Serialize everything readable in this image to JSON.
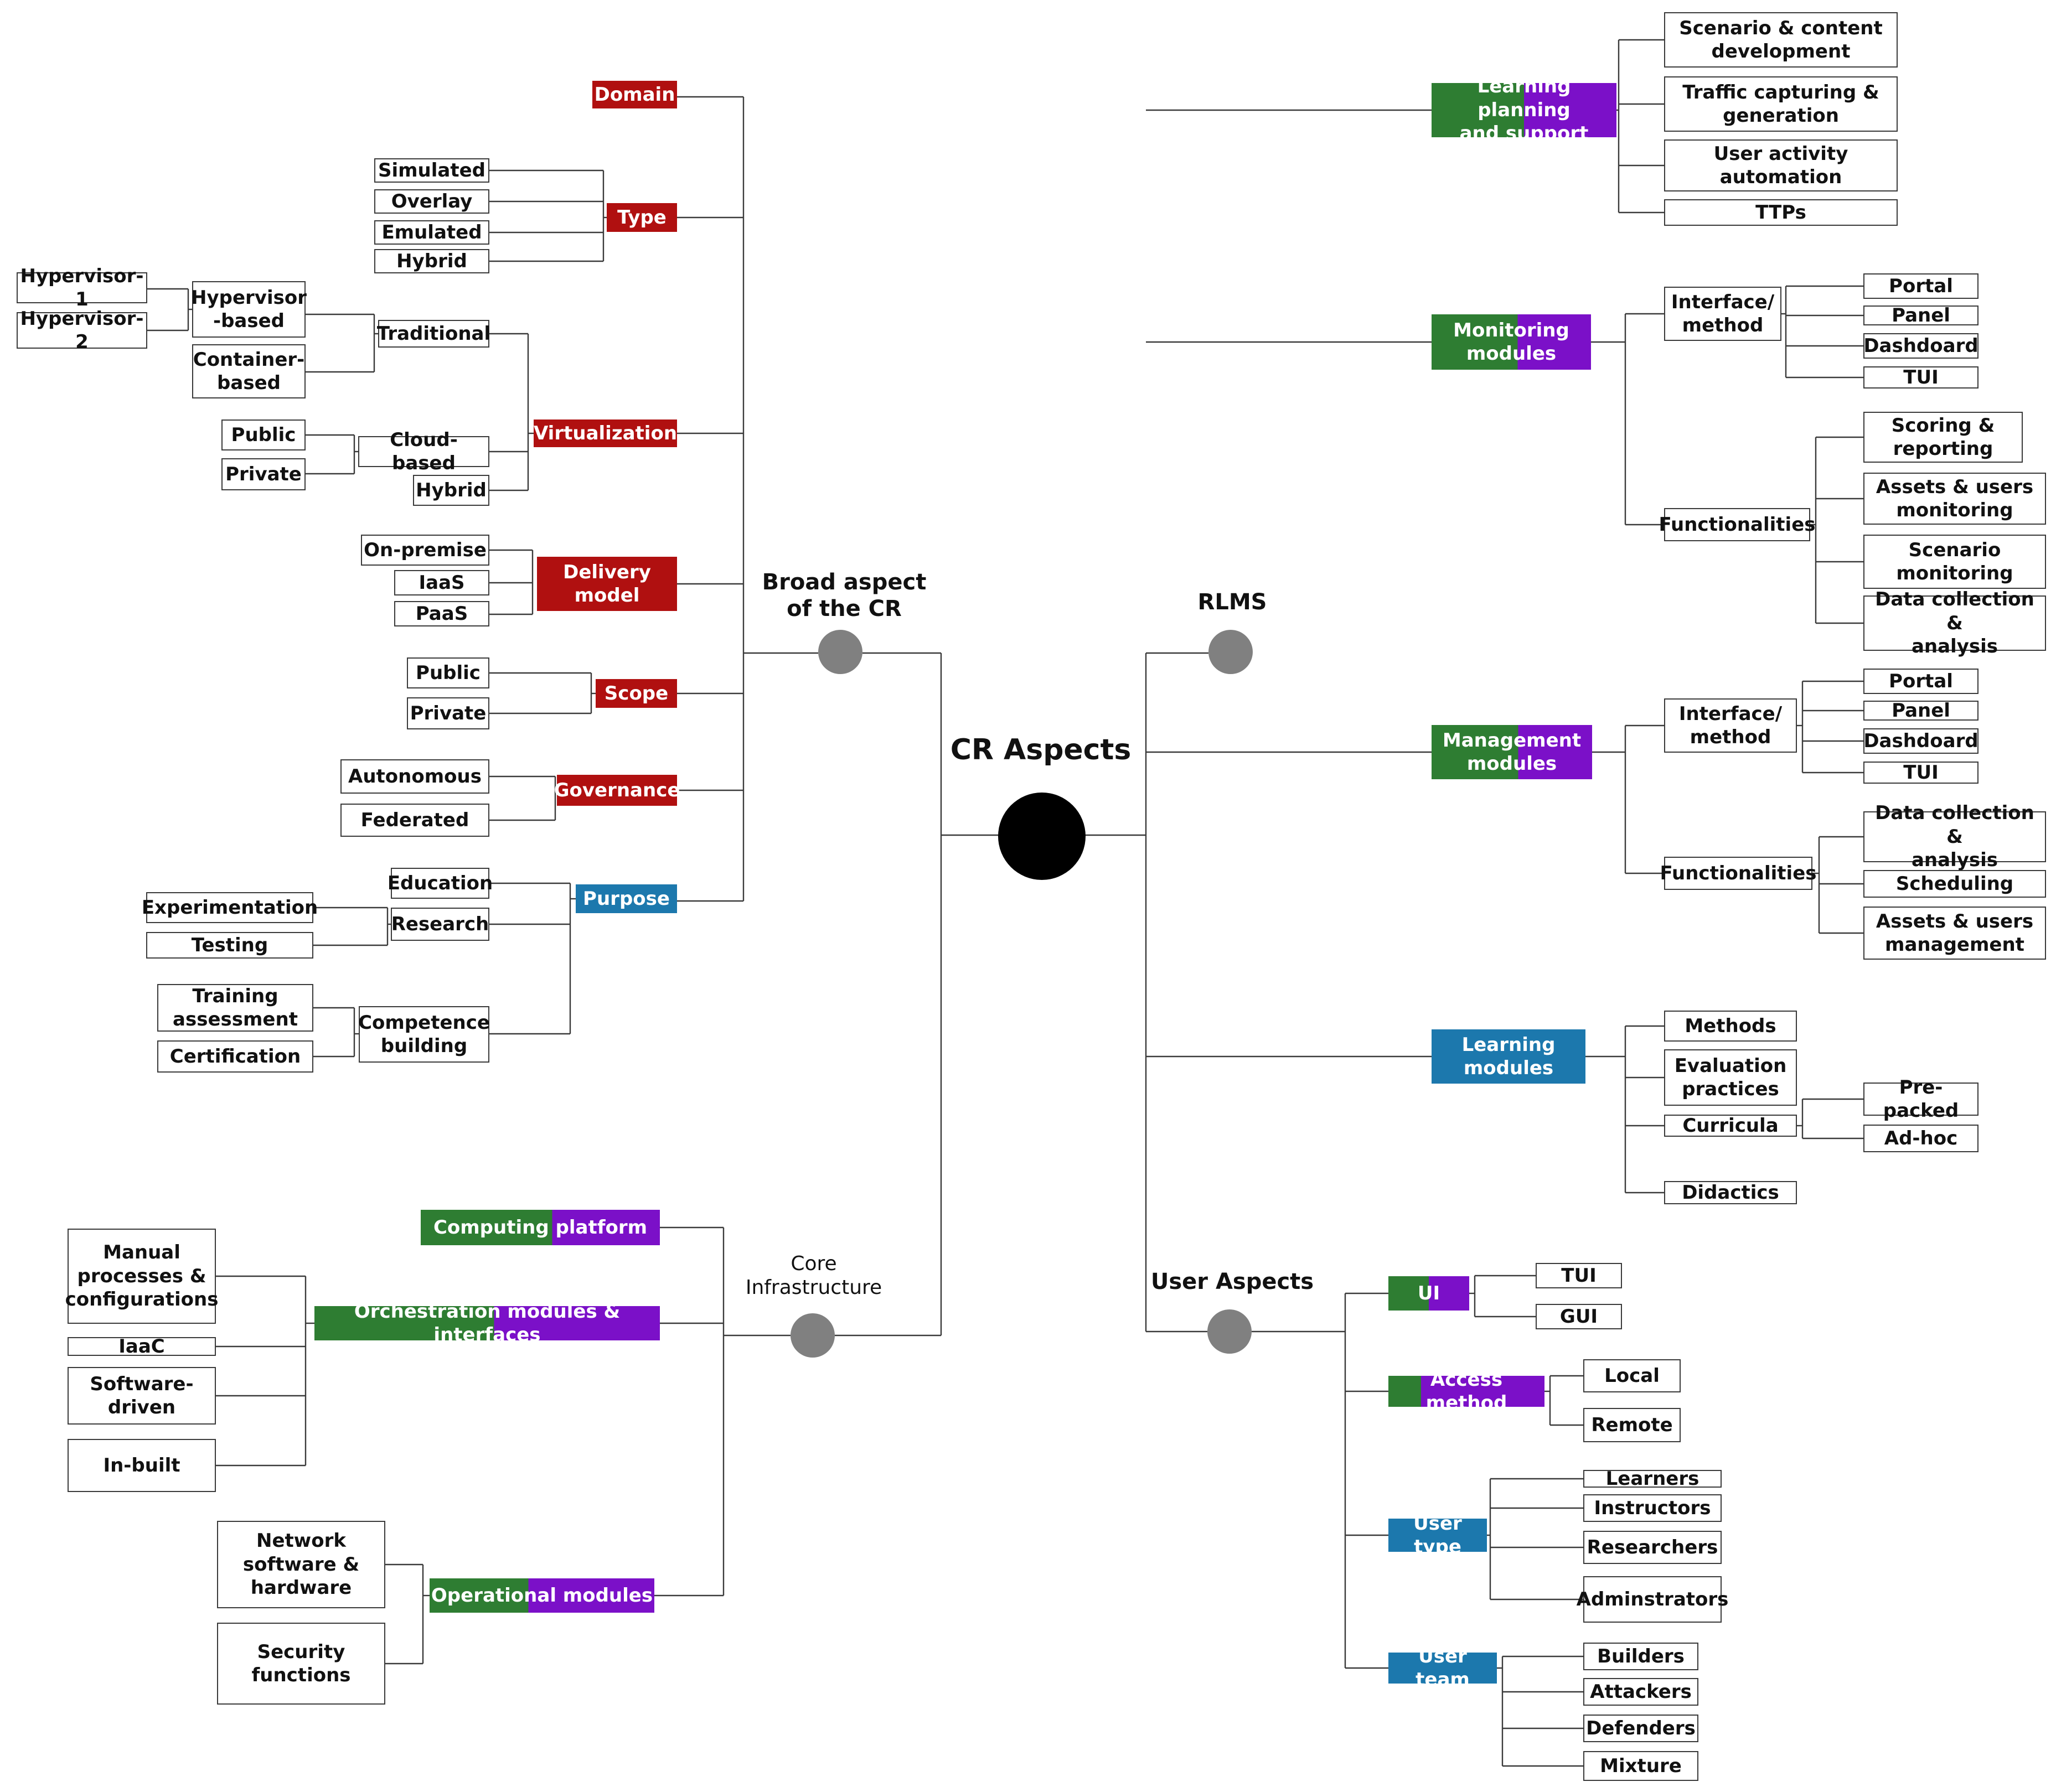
{
  "title": "CR Aspects",
  "labels": {
    "broad": "Broad aspect\nof the CR",
    "core": "Core\nInfrastructure",
    "rlms": "RLMS",
    "user": "User Aspects"
  },
  "broad": {
    "domain": "Domain",
    "type": "Type",
    "type_items": [
      "Simulated",
      "Overlay",
      "Emulated",
      "Hybrid"
    ],
    "virtualization": "Virtualization",
    "traditional": "Traditional",
    "hypervisor_based": "Hypervisor\n-based",
    "container_based": "Container-\nbased",
    "hypervisors": [
      "Hypervisor-1",
      "Hypervisor-2"
    ],
    "cloud_based": "Cloud-based",
    "cloud_items": [
      "Public",
      "Private"
    ],
    "virt_hybrid": "Hybrid",
    "delivery": "Delivery\nmodel",
    "delivery_items": [
      "On-premise",
      "IaaS",
      "PaaS"
    ],
    "scope": "Scope",
    "scope_items": [
      "Public",
      "Private"
    ],
    "governance": "Governance",
    "governance_items": [
      "Autonomous",
      "Federated"
    ],
    "purpose": "Purpose",
    "education": "Education",
    "research": "Research",
    "research_items": [
      "Experimentation",
      "Testing"
    ],
    "competence": "Competence\nbuilding",
    "competence_items": [
      "Training\nassessment",
      "Certification"
    ]
  },
  "core": {
    "computing": "Computing platform",
    "orchestration": "Orchestration modules & interfaces",
    "orchestration_items": [
      "Manual\nprocesses &\nconfigurations",
      "IaaC",
      "Software-\ndriven",
      "In-built"
    ],
    "operational": "Operational modules",
    "operational_items": [
      "Network\nsoftware &\nhardware",
      "Security\nfunctions"
    ]
  },
  "rlms": {
    "learning_planning": "Learning planning\nand support",
    "learning_planning_items": [
      "Scenario & content\ndevelopment",
      "Traffic capturing &\ngeneration",
      "User activity\nautomation",
      "TTPs"
    ],
    "monitoring": "Monitoring\nmodules",
    "mon_interface": "Interface/\nmethod",
    "mon_interface_items": [
      "Portal",
      "Panel",
      "Dashdoard",
      "TUI"
    ],
    "mon_func": "Functionalities",
    "mon_func_items": [
      "Scoring &\nreporting",
      "Assets & users\nmonitoring",
      "Scenario\nmonitoring",
      "Data collection &\nanalysis"
    ],
    "management": "Management\nmodules",
    "mgmt_interface": "Interface/\nmethod",
    "mgmt_interface_items": [
      "Portal",
      "Panel",
      "Dashdoard",
      "TUI"
    ],
    "mgmt_func": "Functionalities",
    "mgmt_func_items": [
      "Data collection &\nanalysis",
      "Scheduling",
      "Assets & users\nmanagement"
    ],
    "learning_modules": "Learning\nmodules",
    "learning_items": [
      "Methods",
      "Evaluation\npractices",
      "Curricula",
      "Didactics"
    ],
    "curricula_items": [
      "Pre-packed",
      "Ad-hoc"
    ]
  },
  "user": {
    "ui": "UI",
    "ui_items": [
      "TUI",
      "GUI"
    ],
    "access": "Access method",
    "access_items": [
      "Local",
      "Remote"
    ],
    "user_type": "User type",
    "user_type_items": [
      "Learners",
      "Instructors",
      "Researchers",
      "Adminstrators"
    ],
    "user_team": "User team",
    "user_team_items": [
      "Builders",
      "Attackers",
      "Defenders",
      "Mixture"
    ]
  }
}
